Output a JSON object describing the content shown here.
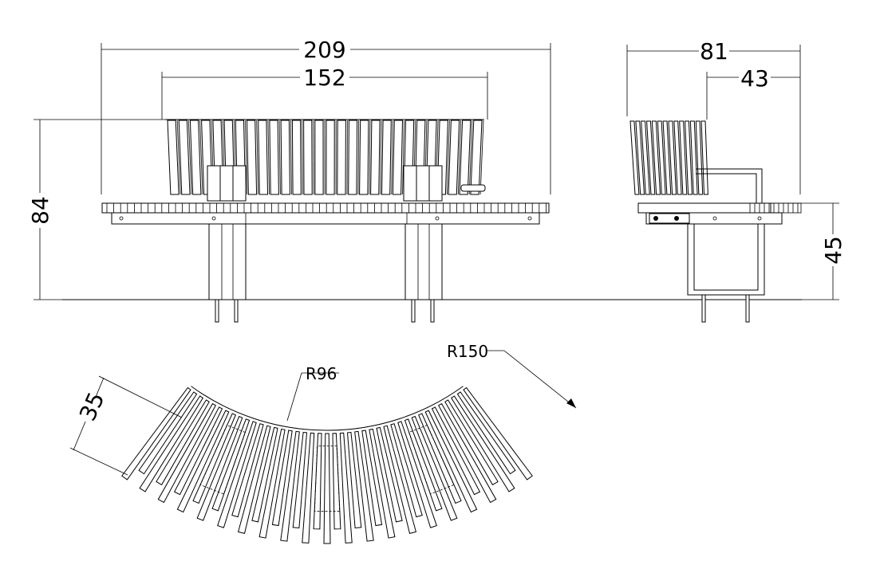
{
  "dimensions": {
    "front_width_total": "209",
    "front_width_inner": "152",
    "front_height": "84",
    "side_depth_total": "81",
    "side_depth_back": "43",
    "side_seat_height": "45",
    "plan_radius_inner": "R96",
    "plan_radius_outer": "R150",
    "plan_seat_depth": "35"
  },
  "colors": {
    "line": "#000000",
    "background": "#ffffff"
  }
}
